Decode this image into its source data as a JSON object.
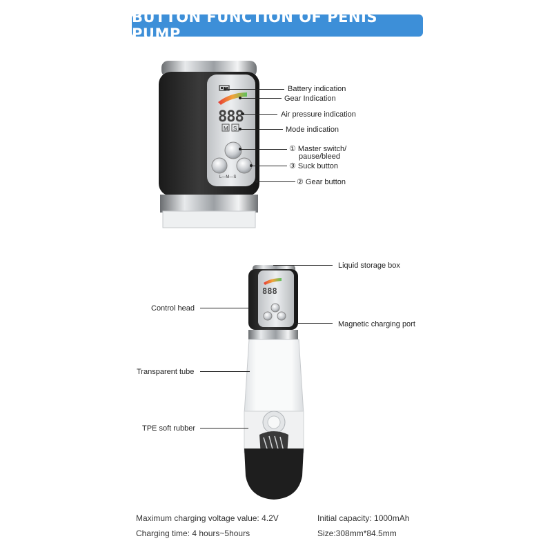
{
  "title": "BUTTON FUNCTION OF PENIS PUMP",
  "display": {
    "digits": "888",
    "mode_m": "M",
    "mode_s": "S",
    "scale": "L—M—S"
  },
  "top_labels": {
    "battery": "Battery indication",
    "gear_indication": "Gear Indication",
    "air_pressure": "Air pressure indication",
    "mode": "Mode indication",
    "master_1": "① Master switch/",
    "master_2": "pause/bleed",
    "suck": "③ Suck button",
    "gear_button": "② Gear button"
  },
  "bottom_labels": {
    "liquid_box": "Liquid storage box",
    "control_head": "Control head",
    "charging_port": "Magnetic charging port",
    "tube": "Transparent tube",
    "rubber": "TPE soft rubber"
  },
  "specs": {
    "voltage": "Maximum charging voltage value: 4.2V",
    "capacity": "Initial capacity: 1000mAh",
    "time": "Charging time: 4 hours~5hours",
    "size": "Size:308mm*84.5mm"
  },
  "colors": {
    "banner": "#3d8fd8",
    "body": "#2a2a2a",
    "panel": "#d9dcdf",
    "lcd": "#c9ccd0",
    "gear_gradient": [
      "#e53935",
      "#f2a33a",
      "#5cbf5c"
    ]
  }
}
